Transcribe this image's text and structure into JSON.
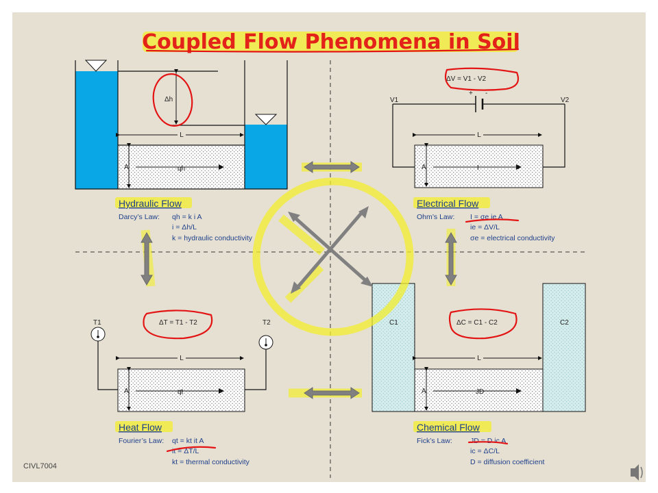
{
  "title": "Coupled Flow Phenomena in Soil",
  "footer": "CIVL7004",
  "colors": {
    "water": "#0aa7e6",
    "chem": "#d4ecec",
    "title": "#e3231a",
    "text": "#1e3f8a",
    "highlight": "#f2ee2c",
    "ink": "#e31414"
  },
  "hydraulic": {
    "heading": "Hydraulic Flow",
    "lines": [
      {
        "a": "Darcy’s Law:",
        "b": "qh = k i A"
      },
      {
        "a": "",
        "b": "i   = Δh/L"
      },
      {
        "a": "",
        "b": "k  = hydraulic conductivity"
      }
    ],
    "labels": {
      "dh": "Δh",
      "L": "L",
      "A": "A",
      "q": "qh"
    }
  },
  "electrical": {
    "heading": "Electrical Flow",
    "lines": [
      {
        "a": "Ohm’s Law:",
        "b": "I    = σe ie A"
      },
      {
        "a": "",
        "b": "ie  = ΔV/L"
      },
      {
        "a": "",
        "b": "σe  = electrical conductivity"
      }
    ],
    "labels": {
      "dv": "ΔV = V1 - V2",
      "v1": "V1",
      "v2": "V2",
      "plus": "+",
      "minus": "-",
      "L": "L",
      "A": "A",
      "I": "I"
    }
  },
  "heat": {
    "heading": "Heat Flow",
    "lines": [
      {
        "a": "Fourier’s Law:",
        "b": "qt  = kt it A"
      },
      {
        "a": "",
        "b": "it   = ΔT/L"
      },
      {
        "a": "",
        "b": "kt  = thermal conductivity"
      }
    ],
    "labels": {
      "dt": "ΔT = T1 - T2",
      "t1": "T1",
      "t2": "T2",
      "L": "L",
      "A": "A",
      "q": "qt"
    }
  },
  "chemical": {
    "heading": "Chemical Flow",
    "lines": [
      {
        "a": "Fick’s Law:",
        "b": "JD  = D ic A"
      },
      {
        "a": "",
        "b": "ic   = ΔC/L"
      },
      {
        "a": "",
        "b": "D  = diffusion coefficient"
      }
    ],
    "labels": {
      "dc": "ΔC = C1 - C2",
      "c1": "C1",
      "c2": "C2",
      "L": "L",
      "A": "A",
      "j": "JD"
    }
  }
}
